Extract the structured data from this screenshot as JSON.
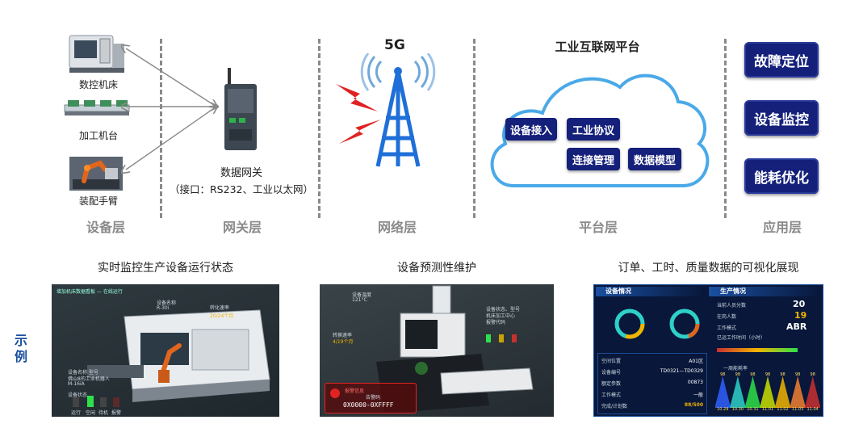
{
  "devices": [
    {
      "label": "数控机床",
      "icon": "cnc-machine-icon"
    },
    {
      "label": "加工机台",
      "icon": "processing-line-icon"
    },
    {
      "label": "装配手臂",
      "icon": "robot-arm-icon"
    }
  ],
  "gateway": {
    "title": "数据网关",
    "subtitle": "（接口：RS232、工业以太网）"
  },
  "network": {
    "title": "5G"
  },
  "platform": {
    "title": "工业互联网平台",
    "modules": [
      "设备接入",
      "工业协议",
      "连接管理",
      "数据模型"
    ]
  },
  "apps": [
    "故障定位",
    "设备监控",
    "能耗优化"
  ],
  "layers": [
    "设备层",
    "网关层",
    "网络层",
    "平台层",
    "应用层"
  ],
  "example": {
    "label": "示例",
    "captions": [
      "实时监控生产设备运行状态",
      "设备预测性维护",
      "订单、工时、质量数据的可视化展现"
    ],
    "panel1": {
      "header": "增加机床数据看板 — 在线运行",
      "callouts": [
        "设备名称",
        "R-30i",
        "转化速率",
        "20/24个月",
        "设备名称 型号",
        "佛山8的工业机器人",
        "M-16iA",
        "设备状态"
      ],
      "status": [
        "运行",
        "空闲",
        "待机",
        "报警"
      ]
    },
    "panel2": {
      "callouts": [
        "设备温度",
        "121°C",
        "转换速率",
        "4/19个月",
        "设备状态、型号",
        "机床加工中心",
        "报警代码"
      ],
      "alarm_title": "报警信息",
      "alarm_sub": "告警码",
      "alarm_code": "0X0000-0XFFFF"
    },
    "panel3": {
      "section_left": "设备情况",
      "section_right": "生产情况",
      "stats": [
        {
          "label": "当前人员分数",
          "value": "20"
        },
        {
          "label": "在岗人数",
          "value": "19"
        },
        {
          "label": "工作模式",
          "value": "ABR"
        },
        {
          "label": "已运工作时间（小时）",
          "value": ""
        }
      ],
      "info": [
        {
          "label": "空间位置",
          "value": "A01区"
        },
        {
          "label": "设备编号",
          "value": "TD0321—TD0329"
        },
        {
          "label": "额定参数",
          "value": "00873"
        },
        {
          "label": "工作模式",
          "value": "一般"
        },
        {
          "label": "完成/计划数",
          "value": "88/500"
        }
      ],
      "chart_caption": "一周能耗率",
      "chart_values": [
        "98",
        "98",
        "98",
        "98",
        "98",
        "98",
        "98"
      ],
      "chart_dates": [
        "10.29",
        "10.30",
        "10.31",
        "11.01",
        "11.02",
        "11.03",
        "11.04"
      ]
    }
  },
  "colors": {
    "accent": "#14207a",
    "cloud": "#4aa9e8",
    "signal": "#e02222",
    "tower": "#1f6fd8",
    "layer_text": "#8a8a8a",
    "example_text": "#1a4fa0"
  }
}
